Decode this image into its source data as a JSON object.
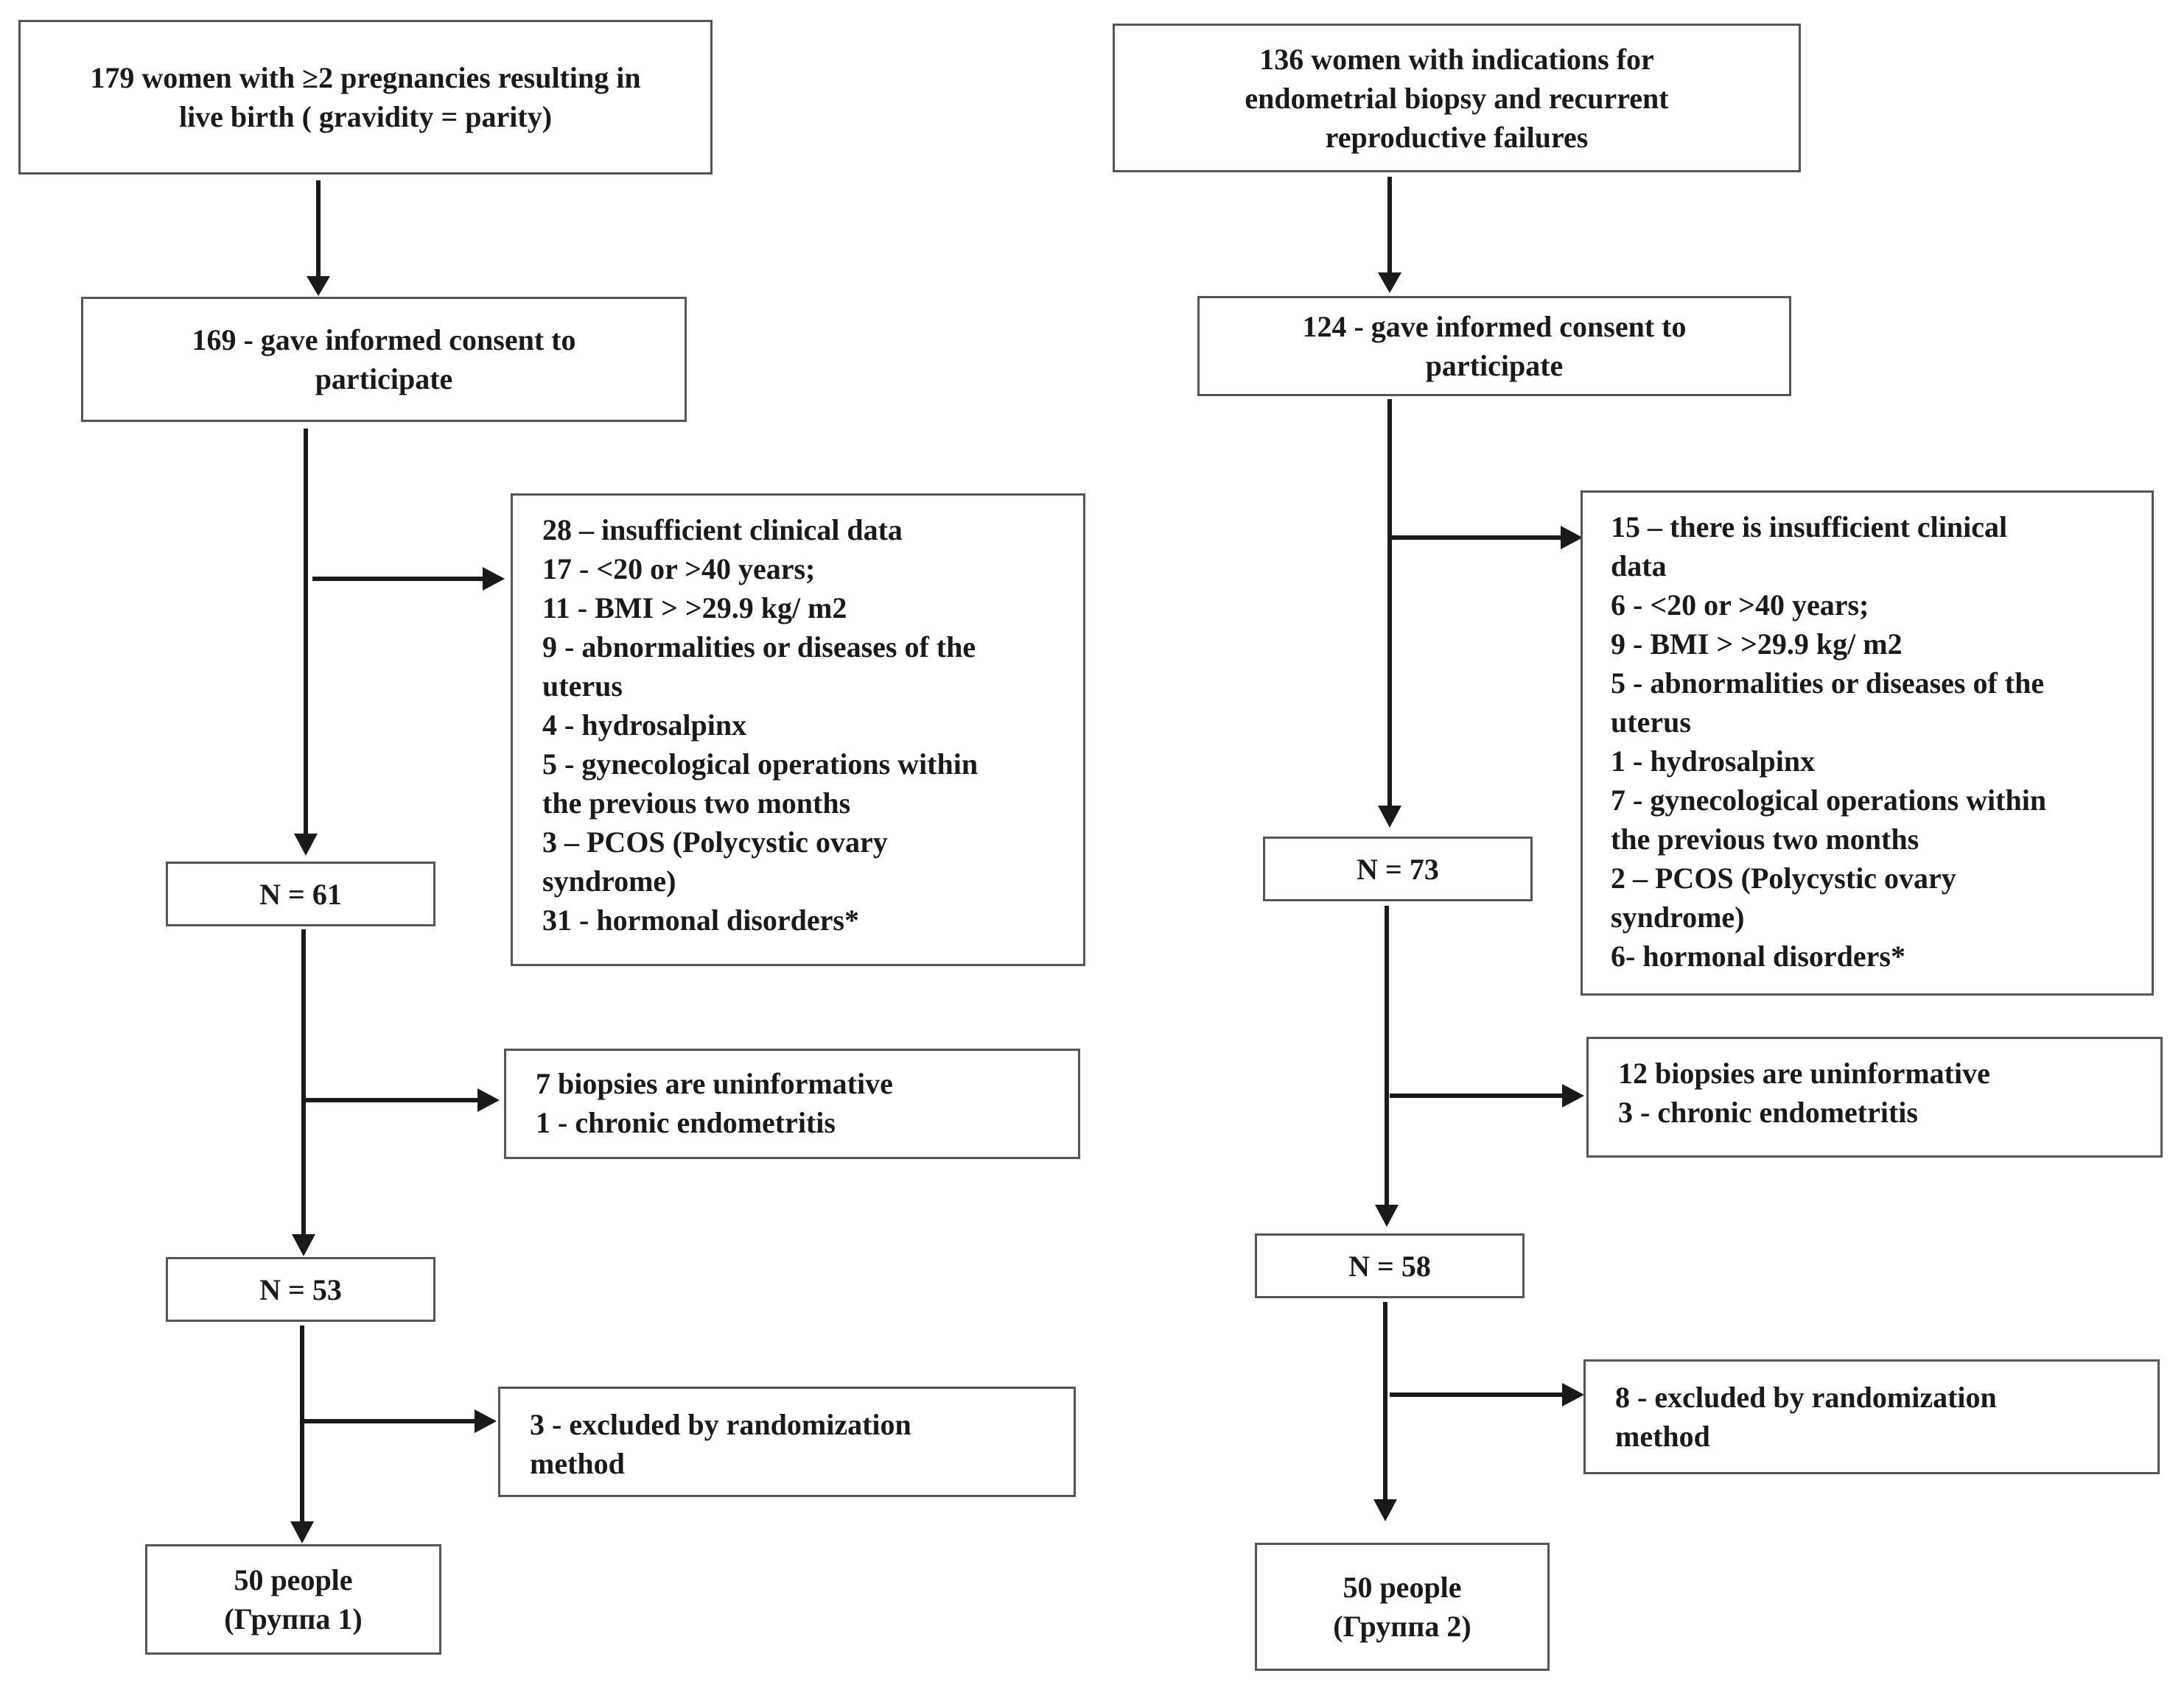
{
  "left_column": {
    "start": [
      "179 women with ≥2 pregnancies resulting in",
      "live birth ( gravidity = parity)"
    ],
    "consent": [
      "169 - gave informed consent to",
      "participate"
    ],
    "exclusions_1": [
      "28 – insufficient clinical data",
      "17 - <20 or >40 years;",
      "11 - BMI > >29.9 kg/ m2",
      "9 - abnormalities or diseases of the",
      "uterus",
      "4 - hydrosalpinx",
      "5 - gynecological operations within",
      "the previous two months",
      "3 – PCOS (Polycystic ovary",
      "syndrome)",
      "31 - hormonal disorders*"
    ],
    "n1": "N = 61",
    "exclusions_2": [
      "7 biopsies are uninformative",
      "1 - chronic endometritis"
    ],
    "n2": "N = 53",
    "exclusions_3": [
      "3 - excluded by randomization",
      "method"
    ],
    "final": [
      "50 people",
      "(Группа 1)"
    ]
  },
  "right_column": {
    "start": [
      "136 women with indications for",
      "endometrial biopsy and recurrent",
      "reproductive failures"
    ],
    "consent": [
      "124 - gave informed consent to",
      "participate"
    ],
    "exclusions_1": [
      "15 – there is insufficient clinical",
      "data",
      "6 - <20 or >40 years;",
      "9 - BMI > >29.9 kg/ m2",
      "5 - abnormalities or diseases of the",
      "uterus",
      "1 - hydrosalpinx",
      "7 - gynecological operations within",
      "the previous two months",
      "2 – PCOS (Polycystic ovary",
      "syndrome)",
      "6- hormonal disorders*"
    ],
    "n1": "N = 73",
    "exclusions_2": [
      "12 biopsies are uninformative",
      "3 - chronic endometritis"
    ],
    "n2": "N = 58",
    "exclusions_3": [
      "8 - excluded by randomization",
      "method"
    ],
    "final": [
      "50 people",
      "(Группа 2)"
    ]
  }
}
